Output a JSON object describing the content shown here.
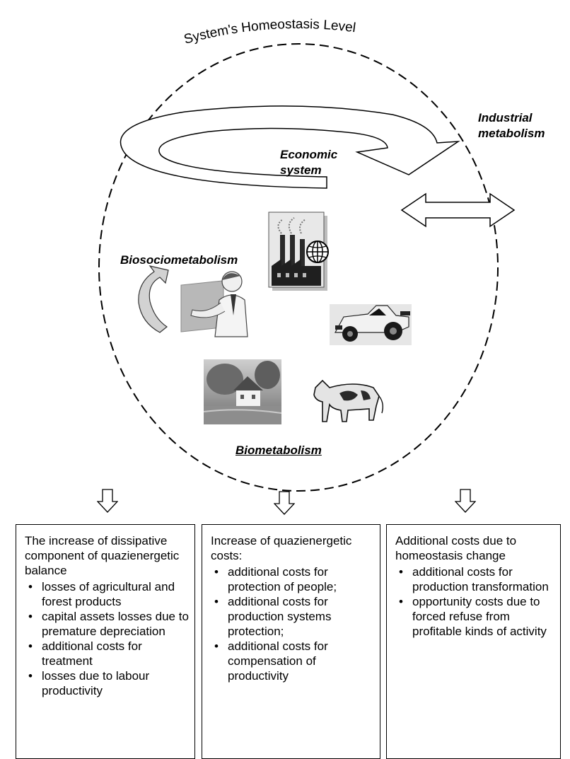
{
  "arc_label": "System's Homeostasis Level",
  "labels": {
    "industrial": "Industrial metabolism",
    "economic": "Economic system",
    "biosocio": "Biosociometabolism",
    "bio": "Biometabolism"
  },
  "clipart": [
    "factory-globe-icon",
    "presenter-man-icon",
    "race-car-icon",
    "landscape-house-icon",
    "cow-icon",
    "curved-arrow-icon"
  ],
  "boxes": [
    {
      "heading": "The increase of dissipative component of quazienergetic balance",
      "items": [
        "losses of agricultural and forest products",
        "capital assets losses due to premature depreciation",
        "additional costs for treatment",
        "losses due to labour productivity"
      ]
    },
    {
      "heading": "Increase of quazienergetic costs:",
      "items": [
        "additional costs for protection of people;",
        "additional costs for production systems protection;",
        "additional costs for compensation of productivity"
      ]
    },
    {
      "heading": "Additional costs due to homeostasis change",
      "items": [
        "additional costs for production transformation",
        "opportunity costs due to forced refuse from profitable kinds of activity"
      ]
    }
  ]
}
